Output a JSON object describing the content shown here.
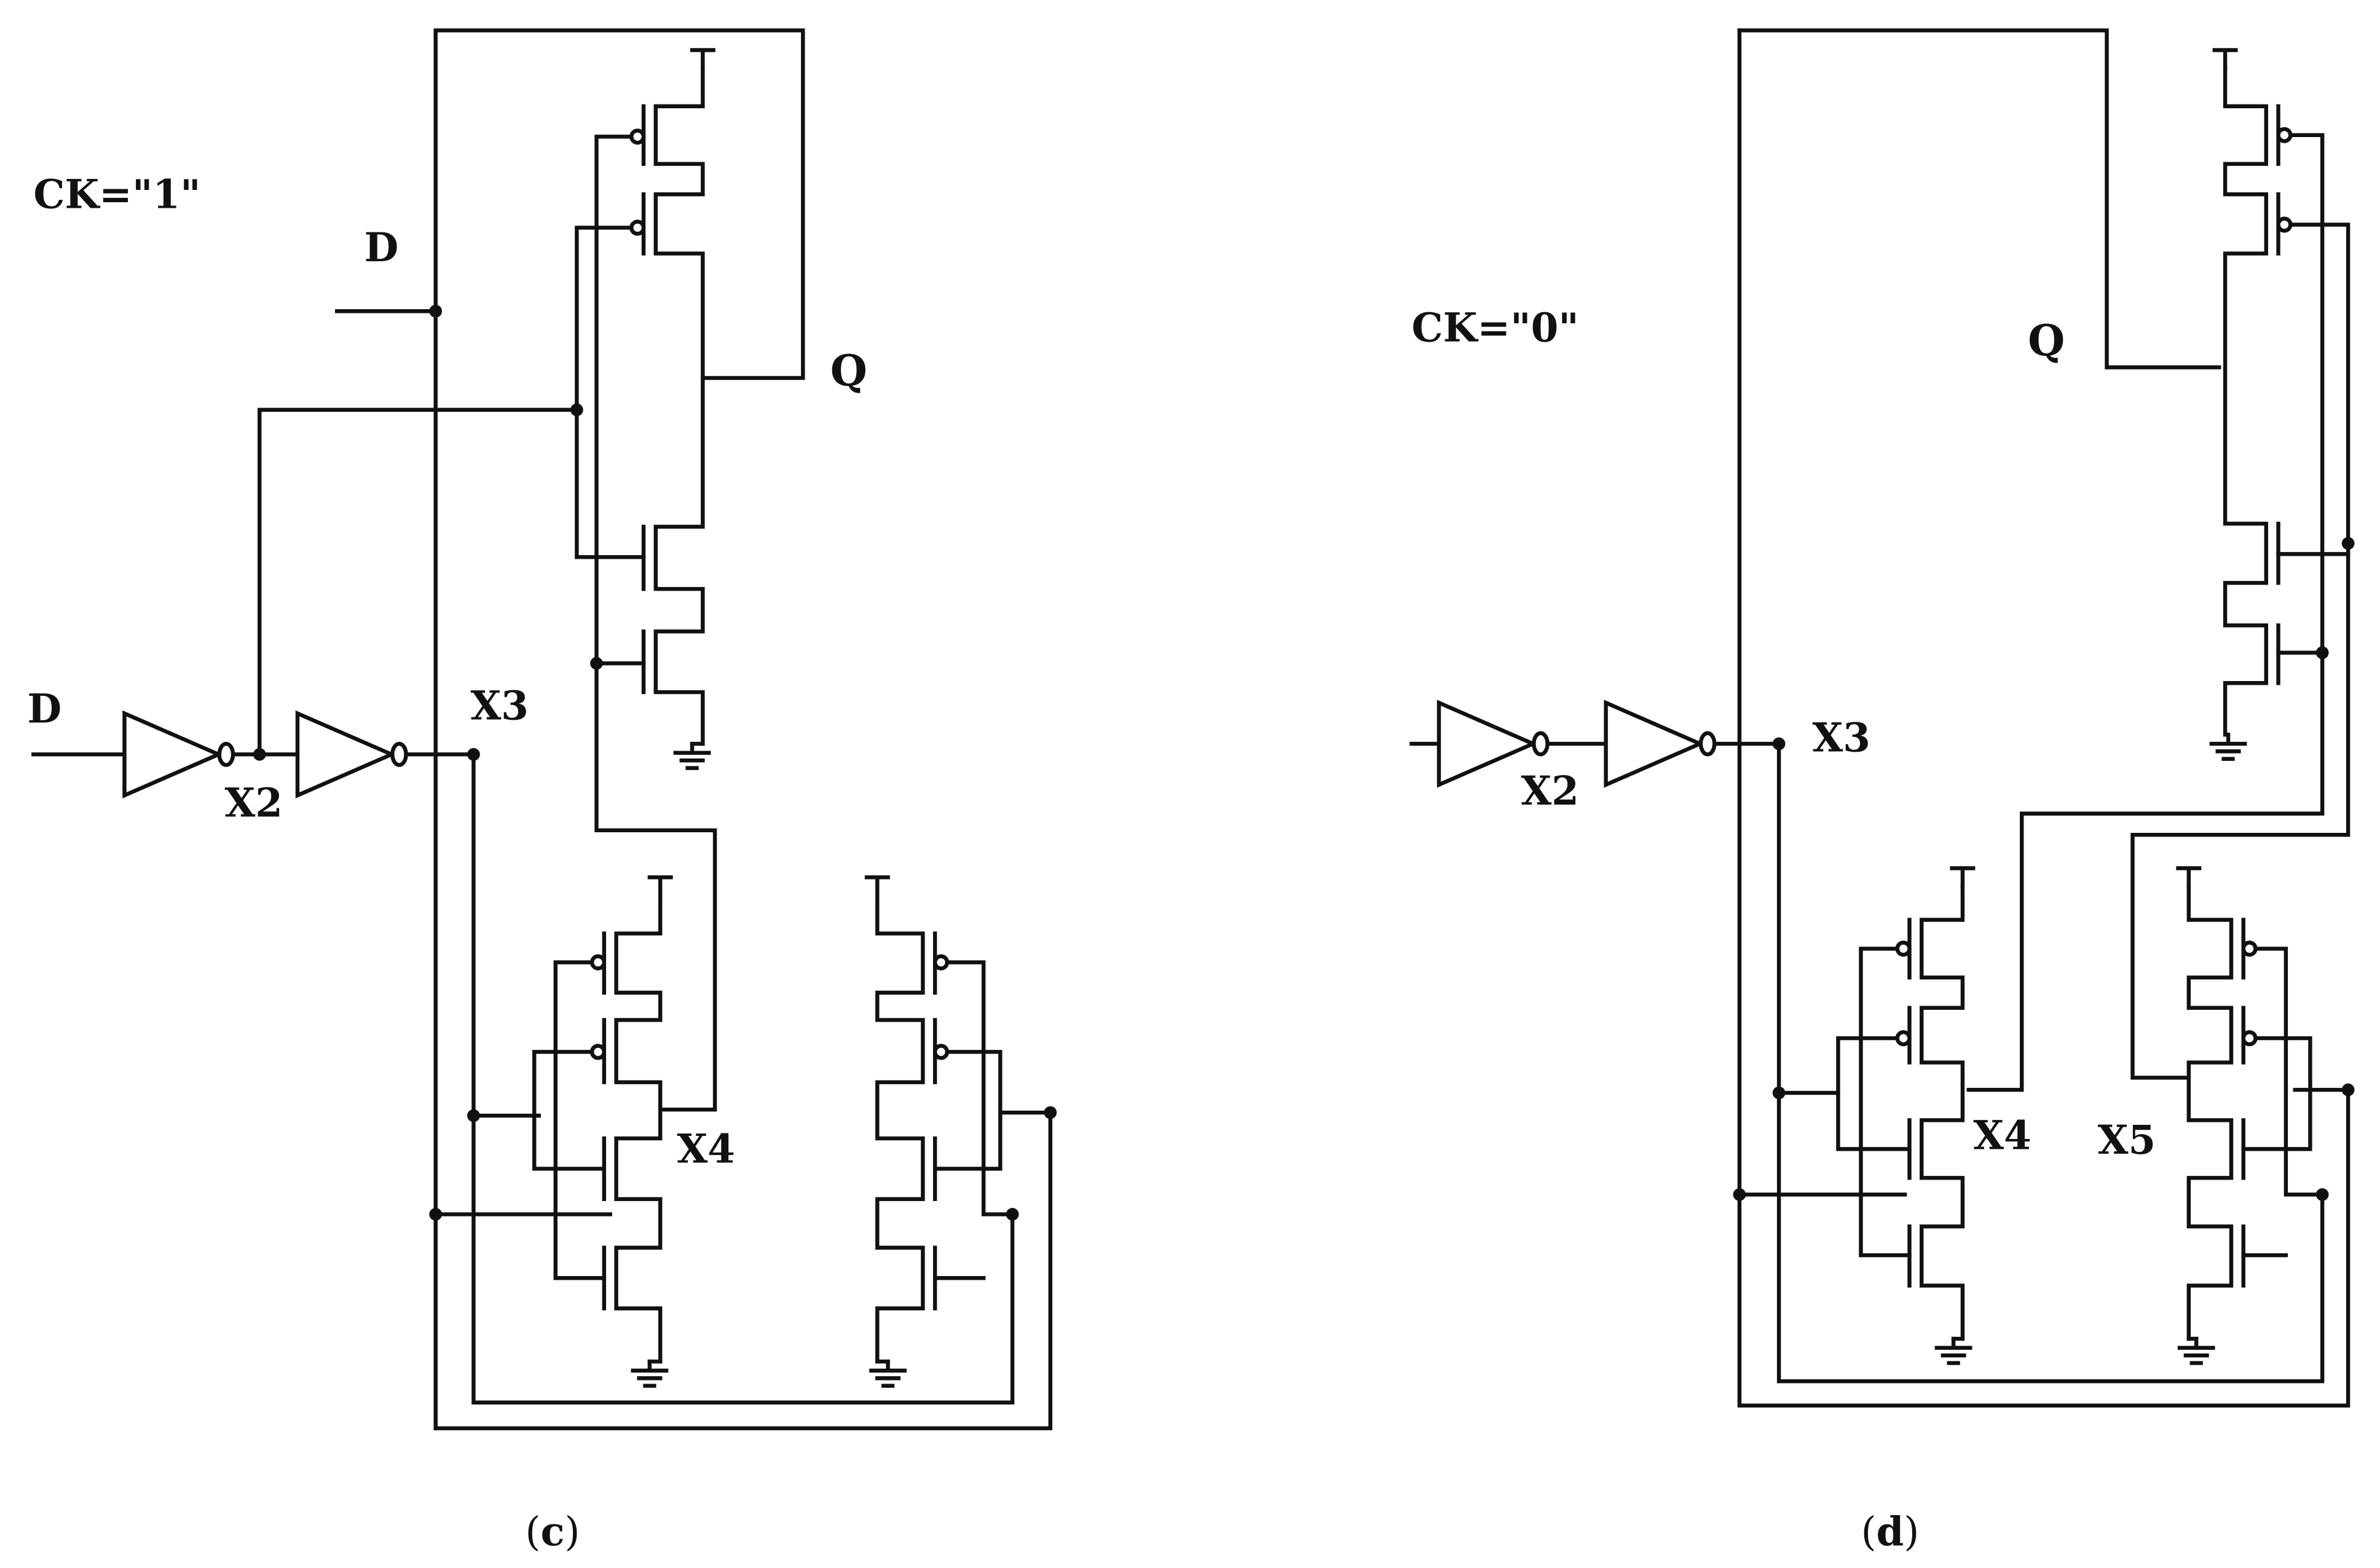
{
  "panels": [
    {
      "id": "c",
      "ck_label": "CK=\"1\"",
      "q_label": "Q",
      "d_top_label": "D",
      "d_in_label": "D",
      "x2_label": "X2",
      "x3_label": "X3",
      "x4_label": "X4",
      "caption_open": "(",
      "caption_letter": "c",
      "caption_close": ")"
    },
    {
      "id": "d",
      "ck_label": "CK=\"0\"",
      "q_label": "Q",
      "x2_label": "X2",
      "x3_label": "X3",
      "x4_label": "X4",
      "x5_label": "X5",
      "caption_open": "(",
      "caption_letter": "d",
      "caption_close": ")"
    }
  ],
  "colors": {
    "stroke": "#111111",
    "background": "#ffffff"
  }
}
